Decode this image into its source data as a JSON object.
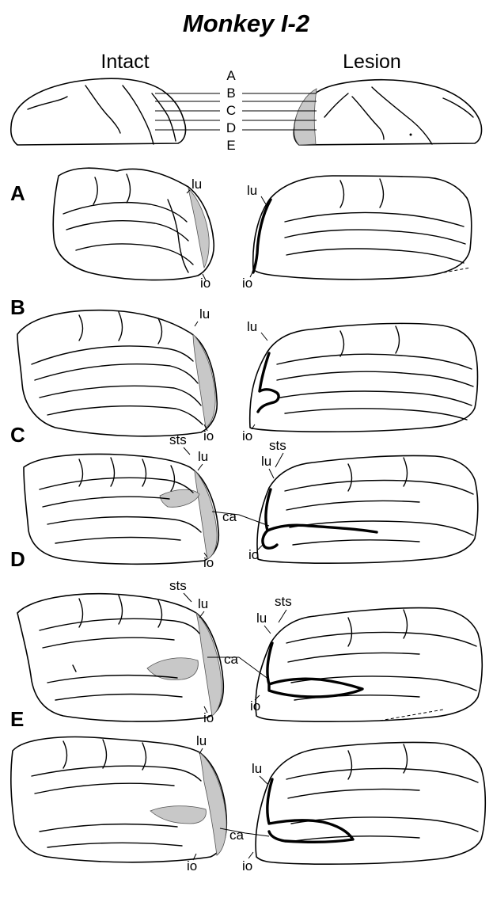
{
  "title": "Monkey I-2",
  "headers": {
    "intact": "Intact",
    "lesion": "Lesion"
  },
  "cut_levels": [
    "A",
    "B",
    "C",
    "D",
    "E"
  ],
  "panels": [
    {
      "letter": "A",
      "left_labels": [
        "lu",
        "io"
      ],
      "right_labels": [
        "lu",
        "io"
      ]
    },
    {
      "letter": "B",
      "left_labels": [
        "lu",
        "io"
      ],
      "right_labels": [
        "lu",
        "io"
      ]
    },
    {
      "letter": "C",
      "left_labels": [
        "sts",
        "lu",
        "io"
      ],
      "center_label": "ca",
      "right_labels": [
        "sts",
        "lu",
        "io"
      ]
    },
    {
      "letter": "D",
      "left_labels": [
        "sts",
        "lu",
        "io"
      ],
      "center_label": "ca",
      "right_labels": [
        "sts",
        "lu",
        "io"
      ]
    },
    {
      "letter": "E",
      "left_labels": [
        "lu",
        "io"
      ],
      "center_label": "ca",
      "right_labels": [
        "lu",
        "io"
      ]
    }
  ],
  "icons": {
    "shading": "stippled-cortex-region",
    "lesion_border": "thick-lesion-outline"
  }
}
